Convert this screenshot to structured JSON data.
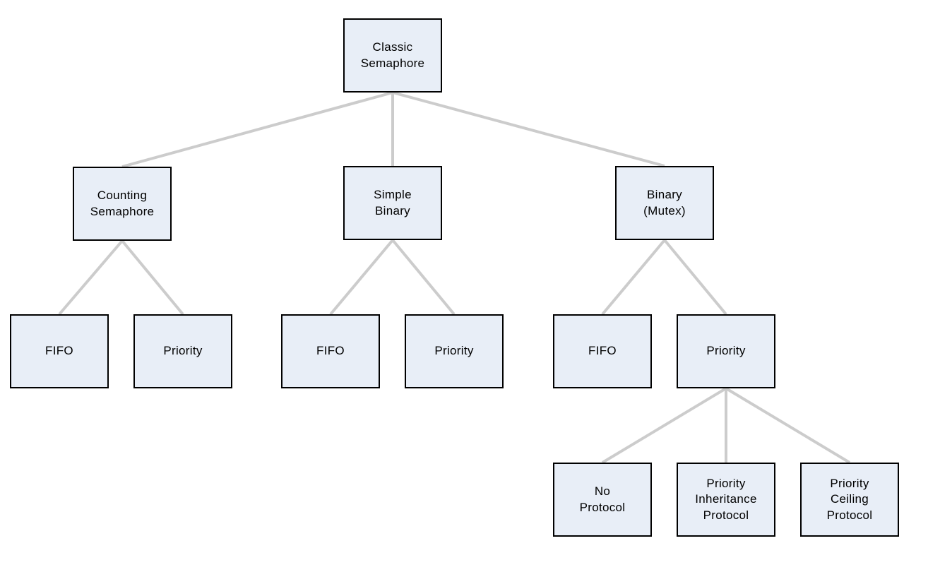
{
  "colors": {
    "canvas_bg": "#ffffff",
    "box_fill": "#e8eef7",
    "box_border": "#000000",
    "line_color": "#cccccc",
    "text_color": "#000000"
  },
  "nodes": [
    {
      "id": "classic-semaphore",
      "label": "Classic\nSemaphore"
    },
    {
      "id": "counting-semaphore",
      "label": "Counting\nSemaphore"
    },
    {
      "id": "simple-binary",
      "label": "Simple\nBinary"
    },
    {
      "id": "binary-mutex",
      "label": "Binary\n(Mutex)"
    },
    {
      "id": "counting-fifo",
      "label": "FIFO"
    },
    {
      "id": "counting-priority",
      "label": "Priority"
    },
    {
      "id": "simple-binary-fifo",
      "label": "FIFO"
    },
    {
      "id": "simple-binary-priority",
      "label": "Priority"
    },
    {
      "id": "binary-mutex-fifo",
      "label": "FIFO"
    },
    {
      "id": "binary-mutex-priority",
      "label": "Priority"
    },
    {
      "id": "no-protocol",
      "label": "No\nProtocol"
    },
    {
      "id": "priority-inheritance-protocol",
      "label": "Priority\nInheritance\nProtocol"
    },
    {
      "id": "priority-ceiling-protocol",
      "label": "Priority\nCeiling\nProtocol"
    }
  ],
  "edges": [
    {
      "from": "classic-semaphore",
      "to": "counting-semaphore"
    },
    {
      "from": "classic-semaphore",
      "to": "simple-binary"
    },
    {
      "from": "classic-semaphore",
      "to": "binary-mutex"
    },
    {
      "from": "counting-semaphore",
      "to": "counting-fifo"
    },
    {
      "from": "counting-semaphore",
      "to": "counting-priority"
    },
    {
      "from": "simple-binary",
      "to": "simple-binary-fifo"
    },
    {
      "from": "simple-binary",
      "to": "simple-binary-priority"
    },
    {
      "from": "binary-mutex",
      "to": "binary-mutex-fifo"
    },
    {
      "from": "binary-mutex",
      "to": "binary-mutex-priority"
    },
    {
      "from": "binary-mutex-priority",
      "to": "no-protocol"
    },
    {
      "from": "binary-mutex-priority",
      "to": "priority-inheritance-protocol"
    },
    {
      "from": "binary-mutex-priority",
      "to": "priority-ceiling-protocol"
    }
  ]
}
